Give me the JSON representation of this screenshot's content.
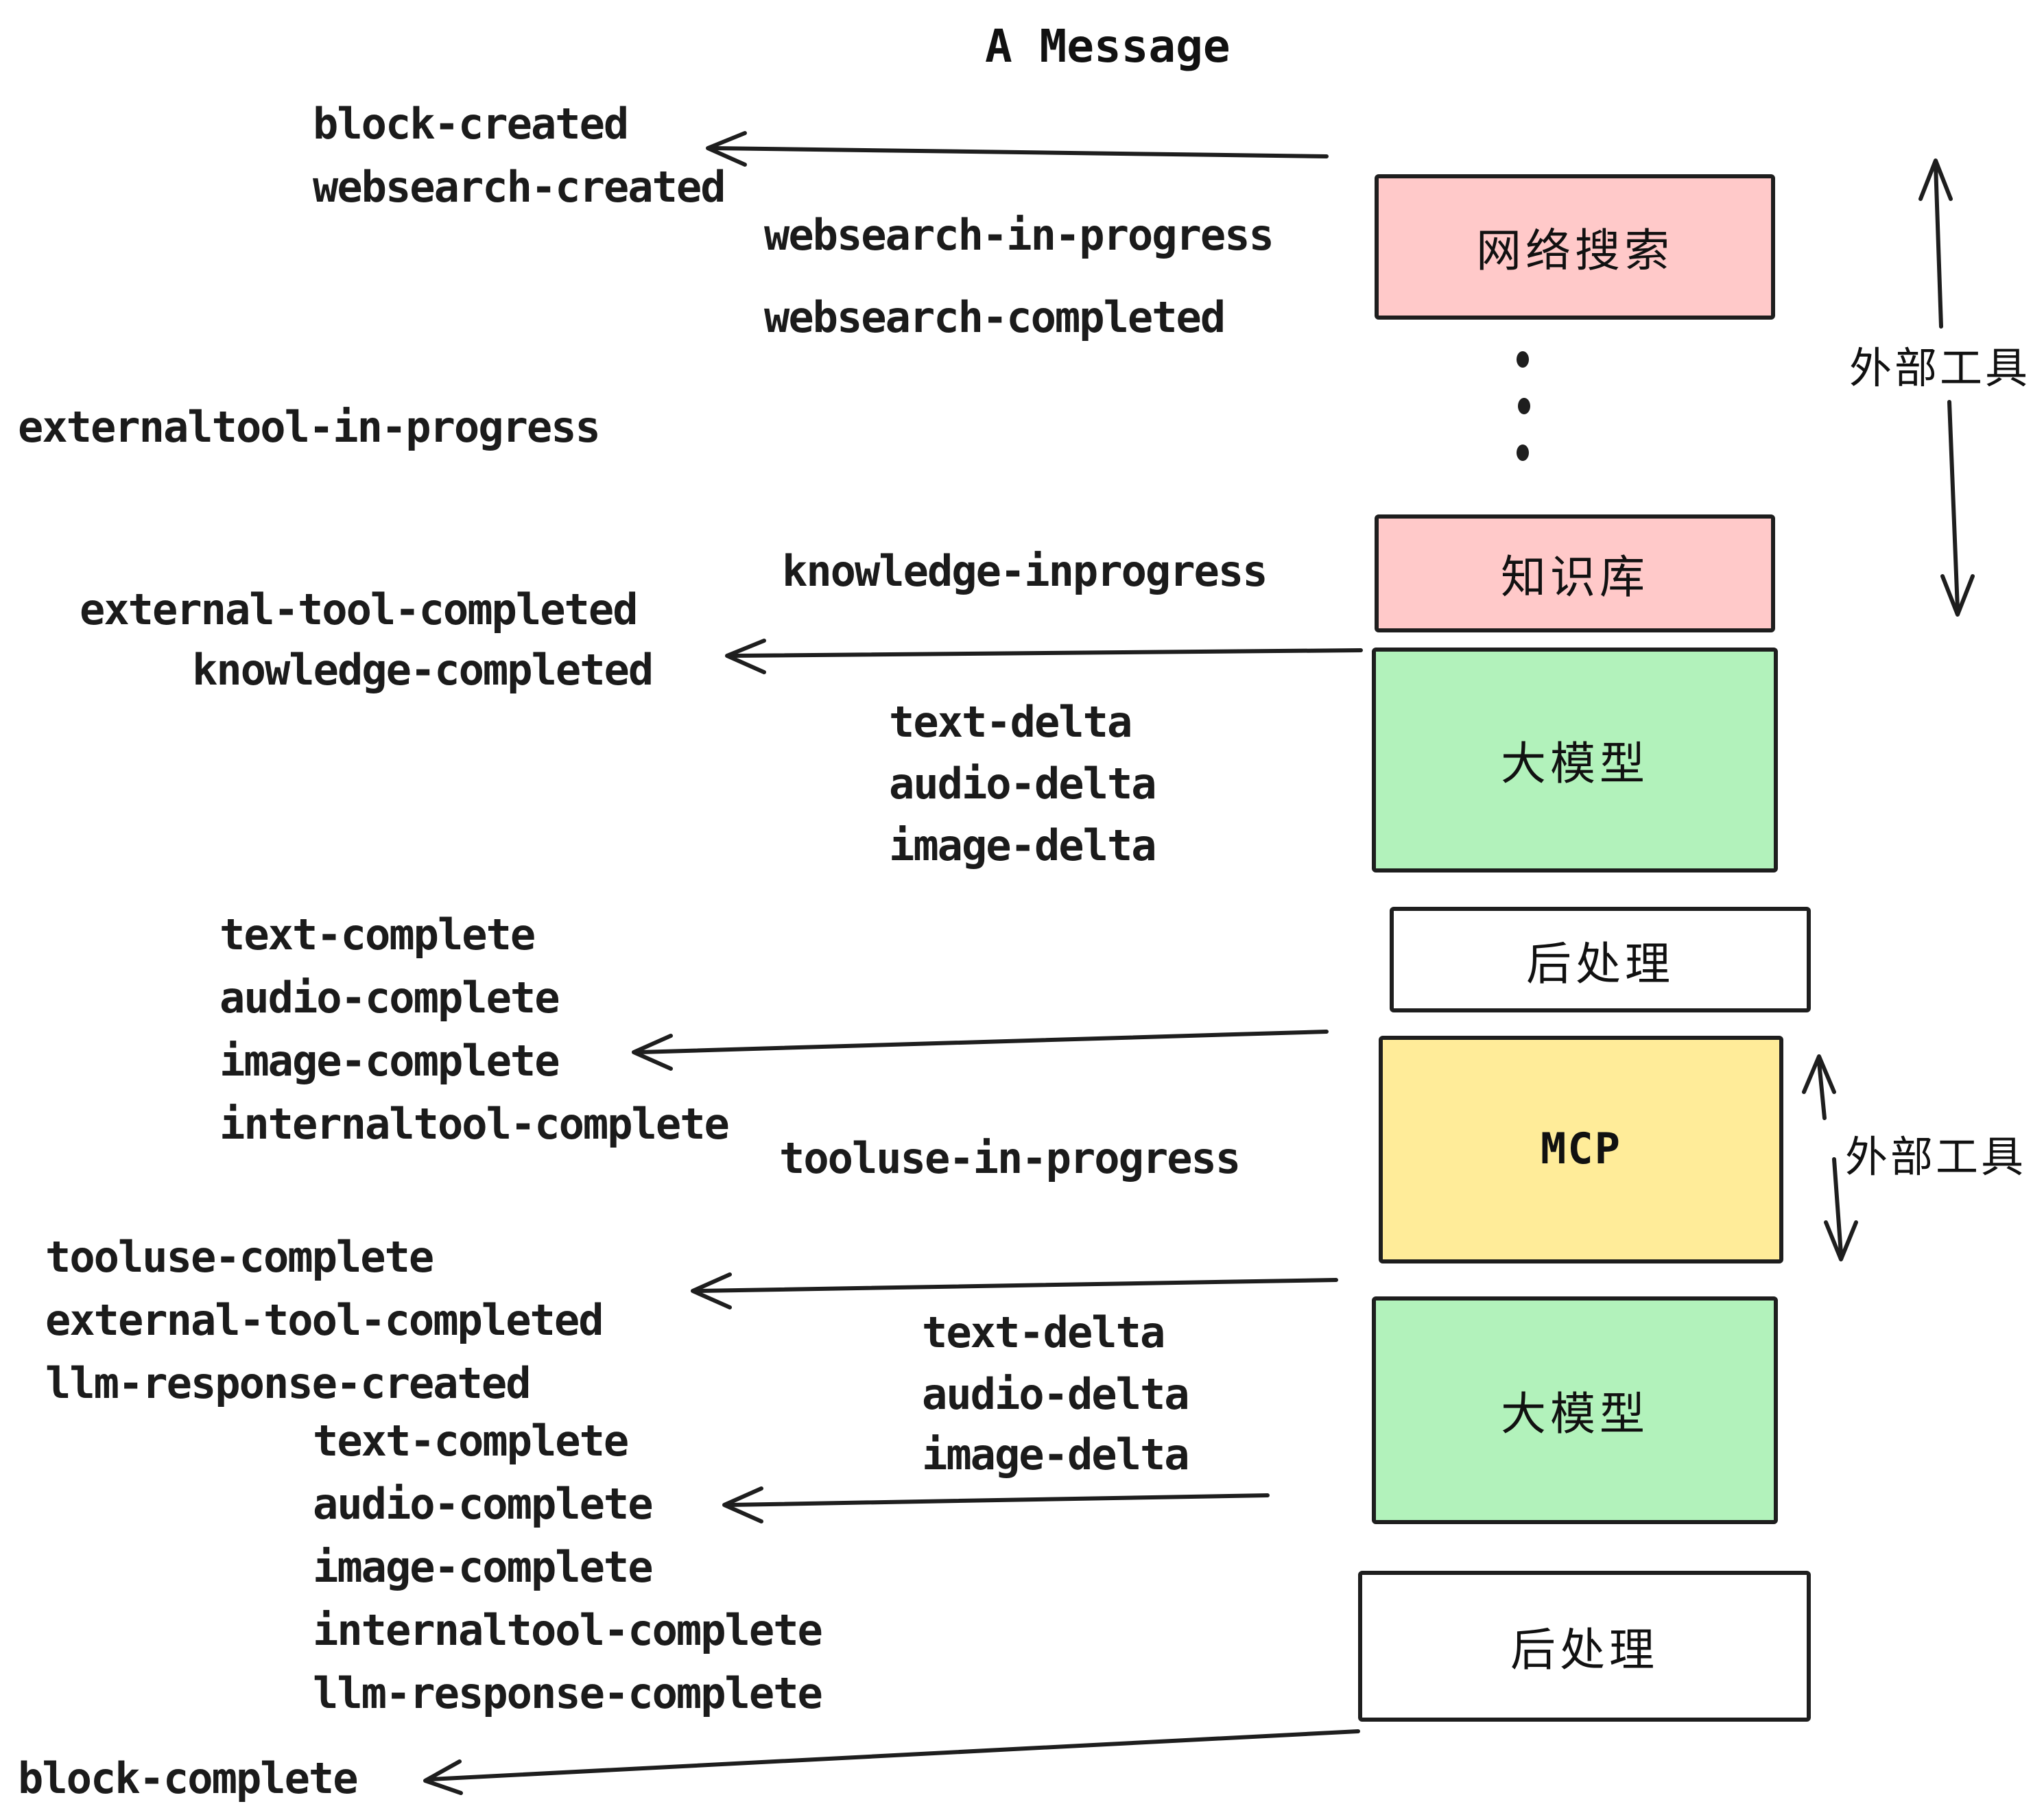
{
  "title": "A Message",
  "colors": {
    "ink": "#1e1e1e",
    "pink": "#ffc9c9",
    "green": "#b2f2bb",
    "yellow": "#ffec99",
    "white": "#ffffff"
  },
  "boxes": [
    {
      "id": "websearch",
      "label": "网络搜索",
      "fill": "#ffc9c9"
    },
    {
      "id": "knowledge",
      "label": "知识库",
      "fill": "#ffc9c9"
    },
    {
      "id": "llm-1",
      "label": "大模型",
      "fill": "#b2f2bb"
    },
    {
      "id": "postprocess-1",
      "label": "后处理",
      "fill": "#ffffff"
    },
    {
      "id": "mcp",
      "label": "MCP",
      "fill": "#ffec99"
    },
    {
      "id": "llm-2",
      "label": "大模型",
      "fill": "#b2f2bb"
    },
    {
      "id": "postprocess-2",
      "label": "后处理",
      "fill": "#ffffff"
    }
  ],
  "side_labels": [
    {
      "id": "external-tools-top",
      "text": "外部工具"
    },
    {
      "id": "external-tools-bottom",
      "text": "外部工具"
    }
  ],
  "icons": {
    "ellipsis": "vertical-ellipsis-dots",
    "arrows": [
      "left-arrow",
      "up-arrow",
      "down-arrow"
    ]
  },
  "events": [
    {
      "text": "block-created"
    },
    {
      "text": "websearch-created"
    },
    {
      "text": "websearch-in-progress"
    },
    {
      "text": "websearch-completed"
    },
    {
      "text": "externaltool-in-progress"
    },
    {
      "text": "external-tool-completed"
    },
    {
      "text": "knowledge-inprogress"
    },
    {
      "text": "knowledge-completed"
    },
    {
      "text": "text-delta"
    },
    {
      "text": "audio-delta"
    },
    {
      "text": "image-delta"
    },
    {
      "text": "text-complete"
    },
    {
      "text": "audio-complete"
    },
    {
      "text": "image-complete"
    },
    {
      "text": "internaltool-complete"
    },
    {
      "text": "tooluse-in-progress"
    },
    {
      "text": "tooluse-complete"
    },
    {
      "text": "external-tool-completed"
    },
    {
      "text": "llm-response-created"
    },
    {
      "text": "text-complete"
    },
    {
      "text": "text-delta"
    },
    {
      "text": "audio-delta"
    },
    {
      "text": "image-delta"
    },
    {
      "text": "audio-complete"
    },
    {
      "text": "image-complete"
    },
    {
      "text": "internaltool-complete"
    },
    {
      "text": "llm-response-complete"
    },
    {
      "text": "block-complete"
    }
  ]
}
